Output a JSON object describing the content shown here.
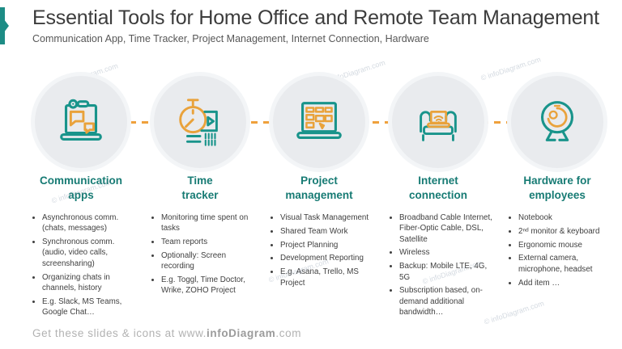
{
  "slide": {
    "title": "Essential Tools for Home Office and Remote Team Management",
    "subtitle": "Communication App, Time Tracker, Project Management, Internet Connection, Hardware",
    "watermark": "© infoDiagram.com",
    "footer": {
      "prefix": "Get these slides & icons at www.",
      "brand": "infoDiagram",
      "suffix": ".com"
    }
  },
  "colors": {
    "teal_icon": "#19948B",
    "teal_heading": "#177B74",
    "teal_accent": "#1D8C85",
    "orange": "#EFA13C",
    "circle_fill": "#E9EBEE",
    "title_text": "#3C3C3C",
    "body_text": "#3F3F3F",
    "footer_text": "#B2B2B2"
  },
  "columns": [
    {
      "icon": "laptop-chat-icon",
      "heading": "Communication\napps",
      "bullets": [
        "Asynchronous comm. (chats, messages)",
        "Synchronous comm. (audio, video calls, screensharing)",
        "Organizing chats in channels, history",
        "E.g. Slack, MS Teams, Google Chat…"
      ]
    },
    {
      "icon": "stopwatch-icon",
      "heading": "Time\ntracker",
      "bullets": [
        "Monitoring time spent on tasks",
        "Team reports",
        "Optionally: Screen recording",
        "E.g. Toggl, Time Doctor, Wrike, ZOHO Project"
      ]
    },
    {
      "icon": "kanban-laptop-icon",
      "heading": "Project\nmanagement",
      "bullets": [
        "Visual Task Management",
        "Shared Team Work",
        "Project Planning",
        "Development Reporting",
        "E.g. Asana, Trello, MS Project"
      ]
    },
    {
      "icon": "sofa-wifi-icon",
      "heading": "Internet\nconnection",
      "bullets": [
        "Broadband Cable Internet, Fiber-Optic Cable, DSL, Satellite",
        "Wireless",
        "Backup: Mobile LTE, 4G, 5G",
        "Subscription based, on-demand additional bandwidth…"
      ]
    },
    {
      "icon": "webcam-icon",
      "heading": "Hardware for\nemployees",
      "bullets": [
        "Notebook",
        "2ⁿᵈ monitor & keyboard",
        "Ergonomic mouse",
        "External camera, microphone, headset",
        "Add item …"
      ]
    }
  ]
}
